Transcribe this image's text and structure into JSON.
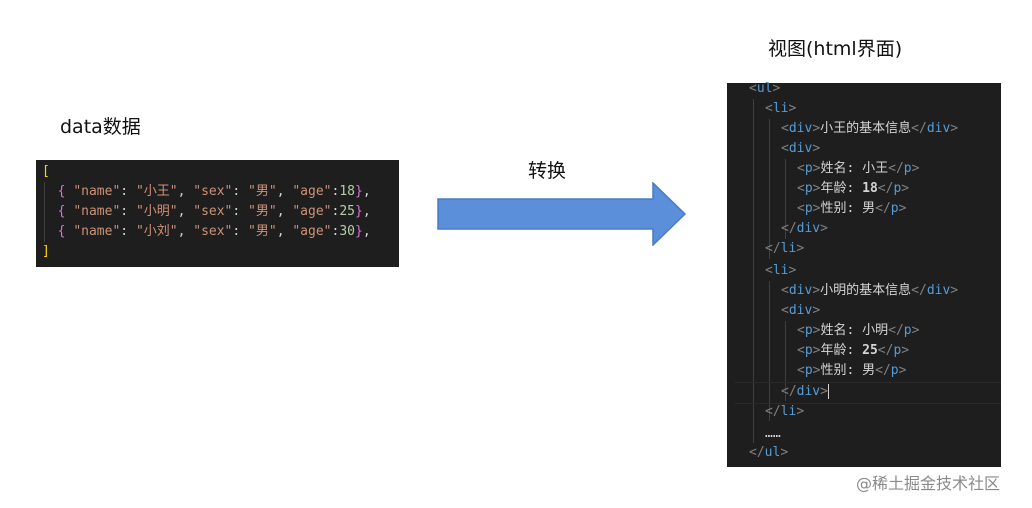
{
  "labels": {
    "data_title": "data数据",
    "convert": "转换",
    "view_title": "视图(html界面)"
  },
  "json_code": {
    "open": "[",
    "close": "]",
    "key_name": "\"name\"",
    "key_sex": "\"sex\"",
    "key_age": "\"age\"",
    "rows": [
      {
        "name": "\"小王\"",
        "sex": "\"男\"",
        "age": "18"
      },
      {
        "name": "\"小明\"",
        "sex": "\"男\"",
        "age": "25"
      },
      {
        "name": "\"小刘\"",
        "sex": "\"男\"",
        "age": "30"
      }
    ]
  },
  "html_code": {
    "tag_ul": "ul",
    "tag_li": "li",
    "tag_div": "div",
    "tag_p": "p",
    "items": [
      {
        "heading": "小王的基本信息",
        "name_line": "姓名: 小王",
        "age_label": "年龄: ",
        "age": "18",
        "sex_line": "性别: 男"
      },
      {
        "heading": "小明的基本信息",
        "name_line": "姓名: 小明",
        "age_label": "年龄: ",
        "age": "25",
        "sex_line": "性别: 男"
      }
    ],
    "ellipsis": "……"
  },
  "watermark": "@稀土掘金技术社区",
  "colors": {
    "arrow_fill": "#5b8fd9",
    "arrow_stroke": "#4a7cc4",
    "editor_bg": "#1e1e1e",
    "tag_blue": "#569cd6",
    "string_orange": "#ce9178",
    "number_green": "#b5cea8",
    "bracket_gold": "#ffd700",
    "bracket_purple": "#da70d6"
  }
}
